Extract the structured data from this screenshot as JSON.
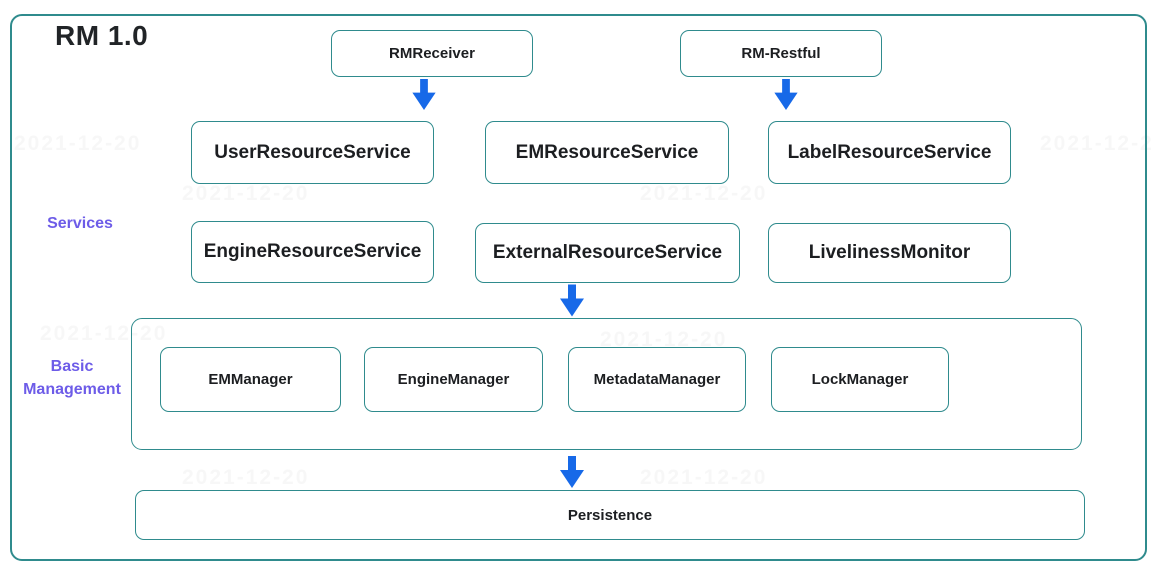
{
  "diagram": {
    "title": "RM 1.0",
    "watermark": "2021-12-20",
    "colors": {
      "box_border_teal": "#2f8b8d",
      "arrow_blue": "#1769e8",
      "side_label_purple": "#6d5ce8",
      "text_dark": "#1c1e21"
    },
    "entry_nodes": [
      {
        "label": "RMReceiver"
      },
      {
        "label": "RM-Restful"
      }
    ],
    "services": {
      "label": "Services",
      "row1": [
        "UserResourceService",
        "EMResourceService",
        "LabelResourceService"
      ],
      "row2": [
        "EngineResourceService",
        "ExternalResourceService",
        "LivelinessMonitor"
      ]
    },
    "basic_management": {
      "label_line1": "Basic",
      "label_line2": "Management",
      "managers": [
        "EMManager",
        "EngineManager",
        "MetadataManager",
        "LockManager"
      ]
    },
    "persistence": {
      "label": "Persistence"
    }
  }
}
